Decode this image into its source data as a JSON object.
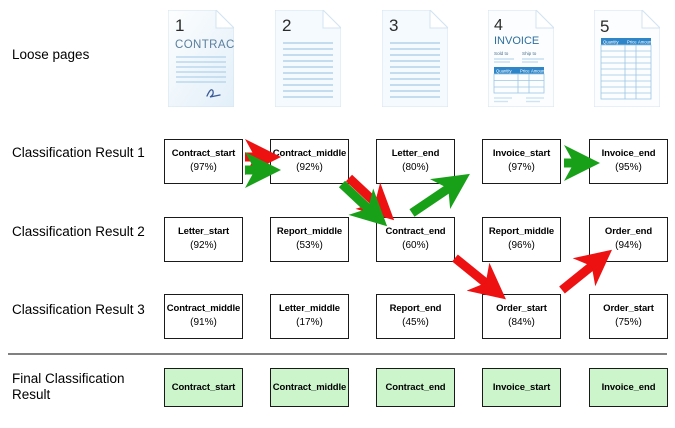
{
  "rows": {
    "loose_pages_label": "Loose pages",
    "result1_label": "Classification Result 1",
    "result2_label": "Classification Result 2",
    "result3_label": "Classification Result 3",
    "final_label": "Final Classification\nResult"
  },
  "pages": [
    {
      "number": "1",
      "kind": "contract",
      "title": "CONTRACT"
    },
    {
      "number": "2",
      "kind": "lines",
      "title": ""
    },
    {
      "number": "3",
      "kind": "lines",
      "title": ""
    },
    {
      "number": "4",
      "kind": "invoice",
      "title": "INVOICE",
      "fields": [
        "Sold to",
        "Ship to"
      ],
      "table_headers": [
        "Quantity",
        "Price",
        "Amount"
      ]
    },
    {
      "number": "5",
      "kind": "table",
      "title": "",
      "table_headers": [
        "Quantity",
        "Price",
        "Amount"
      ]
    }
  ],
  "result1": [
    {
      "label": "Contract_start",
      "pct": "(97%)"
    },
    {
      "label": "Contract_middle",
      "pct": "(92%)"
    },
    {
      "label": "Letter_end",
      "pct": "(80%)"
    },
    {
      "label": "Invoice_start",
      "pct": "(97%)"
    },
    {
      "label": "Invoice_end",
      "pct": "(95%)"
    }
  ],
  "result2": [
    {
      "label": "Letter_start",
      "pct": "(92%)"
    },
    {
      "label": "Report_middle",
      "pct": "(53%)"
    },
    {
      "label": "Contract_end",
      "pct": "(60%)"
    },
    {
      "label": "Report_middle",
      "pct": "(96%)"
    },
    {
      "label": "Order_end",
      "pct": "(94%)"
    }
  ],
  "result3": [
    {
      "label": "Contract_middle",
      "pct": "(91%)"
    },
    {
      "label": "Letter_middle",
      "pct": "(17%)"
    },
    {
      "label": "Report_end",
      "pct": "(45%)"
    },
    {
      "label": "Order_start",
      "pct": "(84%)"
    },
    {
      "label": "Order_start",
      "pct": "(75%)"
    }
  ],
  "final": [
    {
      "label": "Contract_start"
    },
    {
      "label": "Contract_middle"
    },
    {
      "label": "Contract_end"
    },
    {
      "label": "Invoice_start"
    },
    {
      "label": "Invoice_end"
    }
  ],
  "colors": {
    "green_path": "#18a018",
    "red_path": "#ee1111",
    "final_box_fill": "#ccf5cc",
    "box_border": "#1a1a1a",
    "page_paper": "#f2f8fd",
    "page_rule": "#bcd8ee",
    "invoice_header": "#2e86c8",
    "separator": "#808080"
  },
  "paths": {
    "green": [
      "Contract_start -> Contract_middle",
      "Contract_middle -> Contract_end",
      "Contract_end -> Invoice_start",
      "Invoice_start -> Invoice_end"
    ],
    "red": [
      "Contract_start -> Contract_middle",
      "Contract_middle -> Contract_end",
      "Contract_end -> Order_start",
      "Order_start -> Order_end"
    ]
  }
}
